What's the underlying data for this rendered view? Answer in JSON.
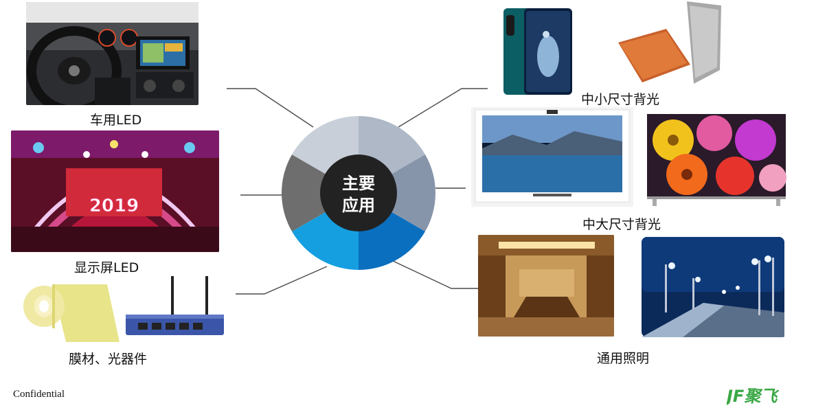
{
  "center": {
    "line1": "主要",
    "line2": "应用"
  },
  "applications": [
    {
      "id": "car",
      "label": "车用LED"
    },
    {
      "id": "display",
      "label": "显示屏LED"
    },
    {
      "id": "film",
      "label": "膜材、光器件"
    },
    {
      "id": "small",
      "label": "中小尺寸背光"
    },
    {
      "id": "large",
      "label": "中大尺寸背光"
    },
    {
      "id": "lighting",
      "label": "通用照明"
    }
  ],
  "photo_texts": {
    "stage_year": "2019"
  },
  "footer": {
    "confidential": "Confidential"
  },
  "brand": {
    "logo_text": "JF聚飞",
    "color": "#3aa845"
  },
  "wheel_colors": [
    "#aeb8c6",
    "#8795aa",
    "#0a6fbf",
    "#159fe0",
    "#6e6e6e",
    "#c8cfd9"
  ],
  "hub_color": "#222222"
}
